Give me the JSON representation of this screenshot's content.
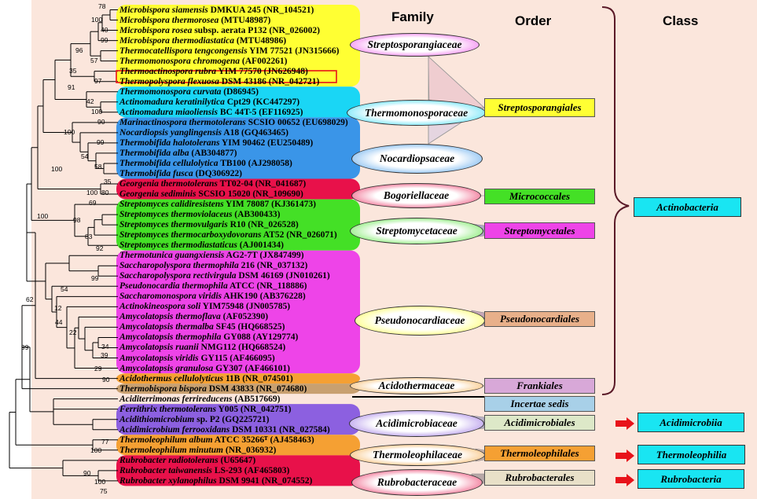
{
  "headers": {
    "family": "Family",
    "order": "Order",
    "class": "Class"
  },
  "colors": {
    "canvas": "#fbe6dc",
    "yellow": "#ffff33",
    "cyan": "#1ad6f5",
    "blue": "#3a95e8",
    "red": "#e8114a",
    "green": "#44e026",
    "magenta": "#ee44e8",
    "orange": "#f5a033",
    "purple": "#8c60e0",
    "salmon": "#e8b08a",
    "class_box": "#19e5f2",
    "arrow": "#e8121a"
  },
  "taxa": [
    {
      "sp": "Microbispora siamensis",
      "rest": " DMKUA 245 (NR_104521)"
    },
    {
      "sp": "Microbispora thermorosea",
      "rest": " (MTU48987)"
    },
    {
      "sp": "Microbispora rosea",
      "rest": " subsp. aerata P132 (NR_026002)"
    },
    {
      "sp": "Microbispora thermodiastatica",
      "rest": " (MTU48986)"
    },
    {
      "sp": "Thermocatellispora tengcongensis",
      "rest": " YIM 77521 (JN315666)"
    },
    {
      "sp": "Thermomonospora chromogena",
      "rest": " (AF002261)"
    },
    {
      "sp": "Thermoactinospora rubra",
      "rest": " YIM 77570 (JN626948)"
    },
    {
      "sp": "Thermopolyspora flexuosa",
      "rest": " DSM 43186 (NR_042721)"
    },
    {
      "sp": "Thermomonospora curvata",
      "rest": " (D86945)"
    },
    {
      "sp": "Actinomadura keratinilytica",
      "rest": " Cpt29 (KC447297)"
    },
    {
      "sp": "Actinomadura miaoliensis",
      "rest": " BC 44T-5 (EF116925)"
    },
    {
      "sp": "Marinactinospora thermotolerans",
      "rest": " SCSIO 00652 (EU698029)"
    },
    {
      "sp": "Nocardiopsis yanglingensis",
      "rest": " A18 (GQ463465)"
    },
    {
      "sp": "Thermobifida halotolerans",
      "rest": " YIM 90462 (EU250489)"
    },
    {
      "sp": "Thermobifida alba",
      "rest": " (AB304877)"
    },
    {
      "sp": "Thermobifida cellulolytica",
      "rest": " TB100 (AJ298058)"
    },
    {
      "sp": "Thermobifida fusca",
      "rest": " (DQ306922)"
    },
    {
      "sp": "Georgenia thermotolerans",
      "rest": " TT02-04 (NR_041687)"
    },
    {
      "sp": "Georgenia sediminis",
      "rest": " SCSIO 15020 (NR_109690)"
    },
    {
      "sp": "Streptomyces calidiresistens",
      "rest": " YIM 78087 (KJ361473)"
    },
    {
      "sp": "Streptomyces thermoviolaceus",
      "rest": " (AB300433)"
    },
    {
      "sp": "Streptomyces thermovulgaris",
      "rest": " R10 (NR_026528)"
    },
    {
      "sp": "Streptomyces thermocarboxydovorans",
      "rest": " AT52 (NR_026071)"
    },
    {
      "sp": "Streptomyces thermodiastaticus",
      "rest": " (AJ001434)"
    },
    {
      "sp": "Thermotunica guangxiensis",
      "rest": " AG2-7T (JX847499)"
    },
    {
      "sp": "Saccharopolyspora thermophila",
      "rest": " 216 (NR_037132)"
    },
    {
      "sp": "Saccharopolyspora rectivirgula",
      "rest": " DSM 46169 (JN010261)"
    },
    {
      "sp": "Pseudonocardia thermophila",
      "rest": " ATCC (NR_118886)"
    },
    {
      "sp": "Saccharomonospora viridis",
      "rest": " AHK190 (AB376228)"
    },
    {
      "sp": "Actinokineospora soli",
      "rest": " YIM75948 (JN005785)"
    },
    {
      "sp": "Amycolatopsis thermoflava",
      "rest": " (AF052390)"
    },
    {
      "sp": "Amycolatopsis thermalba",
      "rest": " SF45 (HQ668525)"
    },
    {
      "sp": "Amycolatopsis thermophila",
      "rest": " GY088 (AY129774)"
    },
    {
      "sp": "Amycolatopsis ruanii",
      "rest": "  NMG112 (HQ668524)"
    },
    {
      "sp": "Amycolatopsis viridis",
      "rest": " GY115 (AF466095)"
    },
    {
      "sp": "Amycolatopsis granulosa",
      "rest": " GY307 (AF466101)"
    },
    {
      "sp": "Acidothermus cellulolyticus",
      "rest": " 11B (NR_074501)"
    },
    {
      "sp": "Thermobispora bispora",
      "rest": " DSM 43833 (NR_074680)"
    },
    {
      "sp": "Aciditerrimonas ferrireducens",
      "rest": " (AB517669)"
    },
    {
      "sp": "Ferrithrix thermotolerans",
      "rest": " Y005 (NR_042751)"
    },
    {
      "sp": "Acidithiomicrobium",
      "rest": " sp. P2 (GQ225721)"
    },
    {
      "sp": "Acidimicrobium ferrooxidans",
      "rest": " DSM 10331 (NR_027584)"
    },
    {
      "sp": "Thermoleophilum album",
      "rest": " ATCC 35266ᵀ (AJ458463)"
    },
    {
      "sp": "Thermoleophilum minutum",
      "rest": " (NR_036932)"
    },
    {
      "sp": "Rubrobacter radiotolerans",
      "rest": " (U65647)"
    },
    {
      "sp": "Rubrobacter taiwanensis",
      "rest": " LS-293 (AF465803)"
    },
    {
      "sp": "Rubrobacter xylanophilus",
      "rest": " DSM 9941 (NR_074552)"
    }
  ],
  "bootstrap": [
    "78",
    "100",
    "40",
    "99",
    "96",
    "57",
    "35",
    "97",
    "91",
    "42",
    "100",
    "90",
    "100",
    "99",
    "54",
    "58",
    "35",
    "100",
    "100",
    "80",
    "69",
    "100",
    "98",
    "83",
    "92",
    "54",
    "99",
    "62",
    "12",
    "44",
    "22",
    "34",
    "39",
    "29",
    "90",
    "99",
    "77",
    "100",
    "90",
    "100",
    "75"
  ],
  "families": [
    {
      "name": "Streptosporangiaceae",
      "color": "#ee44e8"
    },
    {
      "name": "Thermomonosporaceae",
      "color": "#1ad6f5"
    },
    {
      "name": "Nocardiopsaceae",
      "color": "#3a95e8"
    },
    {
      "name": "Bogoriellaceae",
      "color": "#e8114a"
    },
    {
      "name": "Streptomycetaceae",
      "color": "#44e026"
    },
    {
      "name": "Pseudonocardiaceae",
      "color": "#ffff33"
    },
    {
      "name": "Acidothermaceae",
      "color": "#f5a033"
    },
    {
      "name": "Acidimicrobiaceae",
      "color": "#8c60e0"
    },
    {
      "name": "Thermoleophilaceae",
      "color": "#f5a033"
    },
    {
      "name": "Rubrobacteraceae",
      "color": "#e8114a"
    }
  ],
  "orders": [
    {
      "name": "Streptosporangiales",
      "color": "#ffff33"
    },
    {
      "name": "Micrococcales",
      "color": "#44e026"
    },
    {
      "name": "Streptomycetales",
      "color": "#ee44e8"
    },
    {
      "name": "Pseudonocardiales",
      "color": "#e8b08a"
    },
    {
      "name": "Frankiales",
      "color": "#d8a8d8"
    },
    {
      "name": "Incertae sedis",
      "color": "#a8d0e8"
    },
    {
      "name": "Acidimicrobiales",
      "color": "#dde8c8"
    },
    {
      "name": "Thermoleophilales",
      "color": "#f5a033"
    },
    {
      "name": "Rubrobacterales",
      "color": "#e8e0c8"
    }
  ],
  "classes": [
    {
      "name": "Actinobacteria"
    },
    {
      "name": "Acidimicrobiia"
    },
    {
      "name": "Thermoleophilia"
    },
    {
      "name": "Rubrobacteria"
    }
  ]
}
